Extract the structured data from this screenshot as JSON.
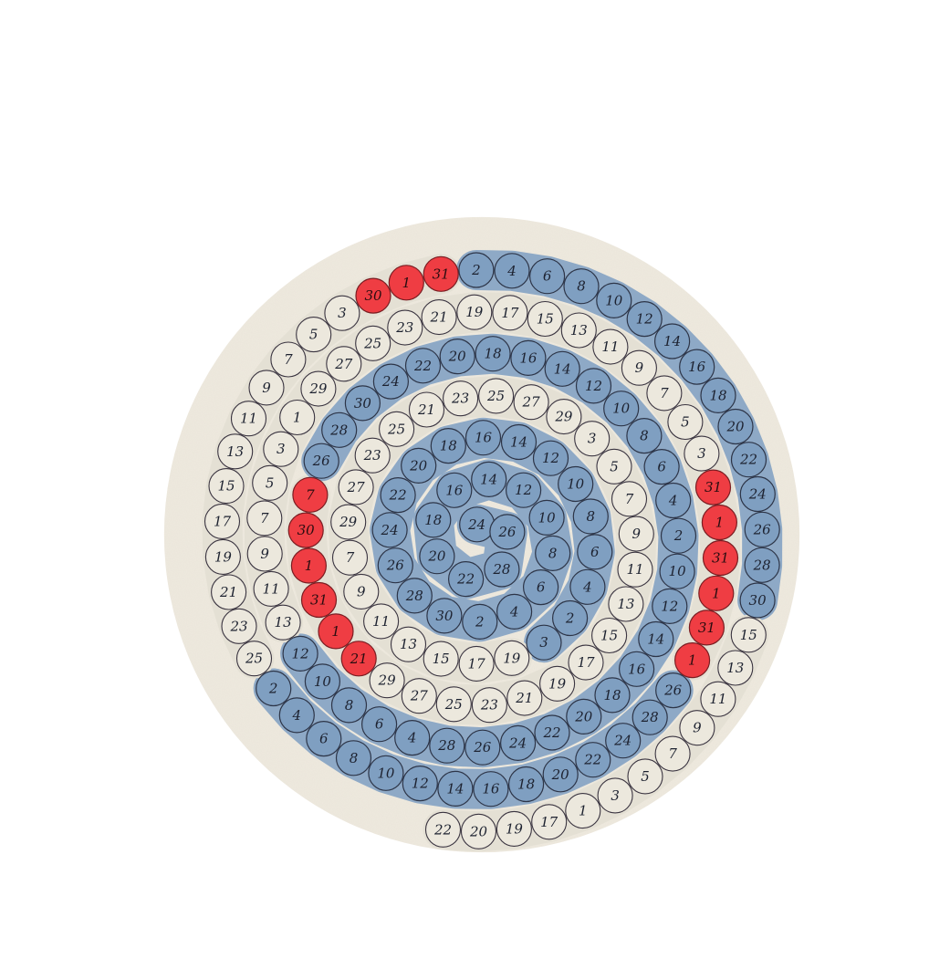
{
  "figure": {
    "palette": {
      "paper": "#efeadf",
      "blue": "#7f9fc1",
      "light": "#ece8dd",
      "red": "#ef3d43",
      "ink": "#1d2230"
    },
    "days": [
      {
        "value": "24",
        "color": "blue"
      },
      {
        "value": "26",
        "color": "blue"
      },
      {
        "value": "28",
        "color": "blue"
      },
      {
        "value": "22",
        "color": "blue"
      },
      {
        "value": "20",
        "color": "blue"
      },
      {
        "value": "18",
        "color": "blue"
      },
      {
        "value": "16",
        "color": "blue"
      },
      {
        "value": "14",
        "color": "blue"
      },
      {
        "value": "12",
        "color": "blue"
      },
      {
        "value": "10",
        "color": "blue"
      },
      {
        "value": "8",
        "color": "blue"
      },
      {
        "value": "6",
        "color": "blue"
      },
      {
        "value": "4",
        "color": "blue"
      },
      {
        "value": "2",
        "color": "blue"
      },
      {
        "value": "30",
        "color": "blue"
      },
      {
        "value": "28",
        "color": "blue"
      },
      {
        "value": "26",
        "color": "blue"
      },
      {
        "value": "24",
        "color": "blue"
      },
      {
        "value": "22",
        "color": "blue"
      },
      {
        "value": "20",
        "color": "blue"
      },
      {
        "value": "18",
        "color": "blue"
      },
      {
        "value": "16",
        "color": "blue"
      },
      {
        "value": "14",
        "color": "blue"
      },
      {
        "value": "12",
        "color": "blue"
      },
      {
        "value": "10",
        "color": "blue"
      },
      {
        "value": "8",
        "color": "blue"
      },
      {
        "value": "6",
        "color": "blue"
      },
      {
        "value": "4",
        "color": "blue"
      },
      {
        "value": "2",
        "color": "blue"
      },
      {
        "value": "3",
        "color": "blue"
      },
      {
        "value": "19",
        "color": "light"
      },
      {
        "value": "17",
        "color": "light"
      },
      {
        "value": "15",
        "color": "light"
      },
      {
        "value": "13",
        "color": "light"
      },
      {
        "value": "11",
        "color": "light"
      },
      {
        "value": "9",
        "color": "light"
      },
      {
        "value": "7",
        "color": "light"
      },
      {
        "value": "29",
        "color": "light"
      },
      {
        "value": "27",
        "color": "light"
      },
      {
        "value": "23",
        "color": "light"
      },
      {
        "value": "25",
        "color": "light"
      },
      {
        "value": "21",
        "color": "light"
      },
      {
        "value": "23",
        "color": "light"
      },
      {
        "value": "25",
        "color": "light"
      },
      {
        "value": "27",
        "color": "light"
      },
      {
        "value": "29",
        "color": "light"
      },
      {
        "value": "3",
        "color": "light"
      },
      {
        "value": "5",
        "color": "light"
      },
      {
        "value": "7",
        "color": "light"
      },
      {
        "value": "9",
        "color": "light"
      },
      {
        "value": "11",
        "color": "light"
      },
      {
        "value": "13",
        "color": "light"
      },
      {
        "value": "15",
        "color": "light"
      },
      {
        "value": "17",
        "color": "light"
      },
      {
        "value": "19",
        "color": "light"
      },
      {
        "value": "21",
        "color": "light"
      },
      {
        "value": "23",
        "color": "light"
      },
      {
        "value": "25",
        "color": "light"
      },
      {
        "value": "27",
        "color": "light"
      },
      {
        "value": "29",
        "color": "light"
      },
      {
        "value": "21",
        "color": "red"
      },
      {
        "value": "1",
        "color": "red"
      },
      {
        "value": "31",
        "color": "red"
      },
      {
        "value": "1",
        "color": "red"
      },
      {
        "value": "30",
        "color": "red"
      },
      {
        "value": "7",
        "color": "red"
      },
      {
        "value": "26",
        "color": "blue"
      },
      {
        "value": "28",
        "color": "blue"
      },
      {
        "value": "30",
        "color": "blue"
      },
      {
        "value": "24",
        "color": "blue"
      },
      {
        "value": "22",
        "color": "blue"
      },
      {
        "value": "20",
        "color": "blue"
      },
      {
        "value": "18",
        "color": "blue"
      },
      {
        "value": "16",
        "color": "blue"
      },
      {
        "value": "14",
        "color": "blue"
      },
      {
        "value": "12",
        "color": "blue"
      },
      {
        "value": "10",
        "color": "blue"
      },
      {
        "value": "8",
        "color": "blue"
      },
      {
        "value": "6",
        "color": "blue"
      },
      {
        "value": "4",
        "color": "blue"
      },
      {
        "value": "2",
        "color": "blue"
      },
      {
        "value": "10",
        "color": "blue"
      },
      {
        "value": "12",
        "color": "blue"
      },
      {
        "value": "14",
        "color": "blue"
      },
      {
        "value": "16",
        "color": "blue"
      },
      {
        "value": "18",
        "color": "blue"
      },
      {
        "value": "20",
        "color": "blue"
      },
      {
        "value": "22",
        "color": "blue"
      },
      {
        "value": "24",
        "color": "blue"
      },
      {
        "value": "26",
        "color": "blue"
      },
      {
        "value": "28",
        "color": "blue"
      },
      {
        "value": "4",
        "color": "blue"
      },
      {
        "value": "6",
        "color": "blue"
      },
      {
        "value": "8",
        "color": "blue"
      },
      {
        "value": "10",
        "color": "blue"
      },
      {
        "value": "12",
        "color": "blue"
      },
      {
        "value": "13",
        "color": "light"
      },
      {
        "value": "11",
        "color": "light"
      },
      {
        "value": "9",
        "color": "light"
      },
      {
        "value": "7",
        "color": "light"
      },
      {
        "value": "5",
        "color": "light"
      },
      {
        "value": "3",
        "color": "light"
      },
      {
        "value": "1",
        "color": "light"
      },
      {
        "value": "29",
        "color": "light"
      },
      {
        "value": "27",
        "color": "light"
      },
      {
        "value": "25",
        "color": "light"
      },
      {
        "value": "23",
        "color": "light"
      },
      {
        "value": "21",
        "color": "light"
      },
      {
        "value": "19",
        "color": "light"
      },
      {
        "value": "17",
        "color": "light"
      },
      {
        "value": "15",
        "color": "light"
      },
      {
        "value": "13",
        "color": "light"
      },
      {
        "value": "11",
        "color": "light"
      },
      {
        "value": "9",
        "color": "light"
      },
      {
        "value": "7",
        "color": "light"
      },
      {
        "value": "5",
        "color": "light"
      },
      {
        "value": "3",
        "color": "light"
      },
      {
        "value": "31",
        "color": "red"
      },
      {
        "value": "1",
        "color": "red"
      },
      {
        "value": "31",
        "color": "red"
      },
      {
        "value": "1",
        "color": "red"
      },
      {
        "value": "31",
        "color": "red"
      },
      {
        "value": "1",
        "color": "red"
      },
      {
        "value": "26",
        "color": "blue"
      },
      {
        "value": "28",
        "color": "blue"
      },
      {
        "value": "24",
        "color": "blue"
      },
      {
        "value": "22",
        "color": "blue"
      },
      {
        "value": "20",
        "color": "blue"
      },
      {
        "value": "18",
        "color": "blue"
      },
      {
        "value": "16",
        "color": "blue"
      },
      {
        "value": "14",
        "color": "blue"
      },
      {
        "value": "12",
        "color": "blue"
      },
      {
        "value": "10",
        "color": "blue"
      },
      {
        "value": "8",
        "color": "blue"
      },
      {
        "value": "6",
        "color": "blue"
      },
      {
        "value": "4",
        "color": "blue"
      },
      {
        "value": "2",
        "color": "blue"
      },
      {
        "value": "25",
        "color": "light"
      },
      {
        "value": "23",
        "color": "light"
      },
      {
        "value": "21",
        "color": "light"
      },
      {
        "value": "19",
        "color": "light"
      },
      {
        "value": "17",
        "color": "light"
      },
      {
        "value": "15",
        "color": "light"
      },
      {
        "value": "13",
        "color": "light"
      },
      {
        "value": "11",
        "color": "light"
      },
      {
        "value": "9",
        "color": "light"
      },
      {
        "value": "7",
        "color": "light"
      },
      {
        "value": "5",
        "color": "light"
      },
      {
        "value": "3",
        "color": "light"
      },
      {
        "value": "30",
        "color": "red"
      },
      {
        "value": "1",
        "color": "red"
      },
      {
        "value": "31",
        "color": "red"
      },
      {
        "value": "2",
        "color": "blue"
      },
      {
        "value": "4",
        "color": "blue"
      },
      {
        "value": "6",
        "color": "blue"
      },
      {
        "value": "8",
        "color": "blue"
      },
      {
        "value": "10",
        "color": "blue"
      },
      {
        "value": "12",
        "color": "blue"
      },
      {
        "value": "14",
        "color": "blue"
      },
      {
        "value": "16",
        "color": "blue"
      },
      {
        "value": "18",
        "color": "blue"
      },
      {
        "value": "20",
        "color": "blue"
      },
      {
        "value": "22",
        "color": "blue"
      },
      {
        "value": "24",
        "color": "blue"
      },
      {
        "value": "26",
        "color": "blue"
      },
      {
        "value": "28",
        "color": "blue"
      },
      {
        "value": "30",
        "color": "blue"
      },
      {
        "value": "15",
        "color": "light"
      },
      {
        "value": "13",
        "color": "light"
      },
      {
        "value": "11",
        "color": "light"
      },
      {
        "value": "9",
        "color": "light"
      },
      {
        "value": "7",
        "color": "light"
      },
      {
        "value": "5",
        "color": "light"
      },
      {
        "value": "3",
        "color": "light"
      },
      {
        "value": "1",
        "color": "light"
      },
      {
        "value": "17",
        "color": "light"
      },
      {
        "value": "19",
        "color": "light"
      },
      {
        "value": "20",
        "color": "light"
      },
      {
        "value": "22",
        "color": "light"
      }
    ]
  }
}
